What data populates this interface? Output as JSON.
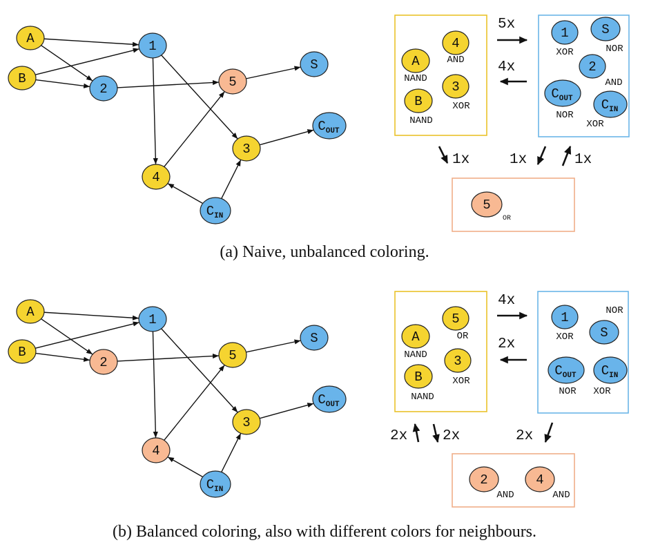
{
  "colors": {
    "yellow": "#f5d430",
    "blue": "#69b4ea",
    "orange": "#f8b993",
    "yellow_border": "#e9c22a",
    "blue_border": "#6ab6e8",
    "orange_border": "#f0ae88"
  },
  "panels": [
    {
      "id": "a",
      "caption": "(a) Naive, unbalanced coloring.",
      "graph_nodes": [
        {
          "id": "A",
          "main": "A",
          "sub": "",
          "color": "yellow"
        },
        {
          "id": "B",
          "main": "B",
          "sub": "",
          "color": "yellow"
        },
        {
          "id": "1",
          "main": "1",
          "sub": "",
          "color": "blue"
        },
        {
          "id": "2",
          "main": "2",
          "sub": "",
          "color": "blue"
        },
        {
          "id": "5",
          "main": "5",
          "sub": "",
          "color": "orange"
        },
        {
          "id": "S",
          "main": "S",
          "sub": "",
          "color": "blue"
        },
        {
          "id": "3",
          "main": "3",
          "sub": "",
          "color": "yellow"
        },
        {
          "id": "4",
          "main": "4",
          "sub": "",
          "color": "yellow"
        },
        {
          "id": "Cout",
          "main": "C",
          "sub": "OUT",
          "color": "blue"
        },
        {
          "id": "Cin",
          "main": "C",
          "sub": "IN",
          "color": "blue"
        }
      ],
      "edges": [
        [
          "A",
          "1"
        ],
        [
          "A",
          "2"
        ],
        [
          "B",
          "1"
        ],
        [
          "B",
          "2"
        ],
        [
          "1",
          "4"
        ],
        [
          "1",
          "3"
        ],
        [
          "2",
          "5"
        ],
        [
          "5",
          "S"
        ],
        [
          "4",
          "5"
        ],
        [
          "3",
          "Cout"
        ],
        [
          "Cin",
          "4"
        ],
        [
          "Cin",
          "3"
        ]
      ],
      "boxes": [
        {
          "id": "yellow-box",
          "color": "yellow",
          "items": [
            {
              "main": "4",
              "sub": "",
              "gate": "AND"
            },
            {
              "main": "A",
              "sub": "",
              "gate": "NAND"
            },
            {
              "main": "3",
              "sub": "",
              "gate": "XOR"
            },
            {
              "main": "B",
              "sub": "",
              "gate": "NAND"
            }
          ]
        },
        {
          "id": "blue-box",
          "color": "blue",
          "items": [
            {
              "main": "1",
              "sub": "",
              "gate": "XOR"
            },
            {
              "main": "S",
              "sub": "",
              "gate": "NOR"
            },
            {
              "main": "2",
              "sub": "",
              "gate": "AND"
            },
            {
              "main": "C",
              "sub": "OUT",
              "gate": "NOR"
            },
            {
              "main": "C",
              "sub": "IN",
              "gate": "XOR"
            }
          ]
        },
        {
          "id": "orange-box",
          "color": "orange",
          "items": [
            {
              "main": "5",
              "sub": "",
              "gate": "OR"
            }
          ]
        }
      ],
      "transfers": [
        "5x",
        "4x",
        "1x",
        "1x",
        "1x"
      ]
    },
    {
      "id": "b",
      "caption": "(b) Balanced coloring, also with different colors for neighbours.",
      "graph_nodes": [
        {
          "id": "A",
          "main": "A",
          "sub": "",
          "color": "yellow"
        },
        {
          "id": "B",
          "main": "B",
          "sub": "",
          "color": "yellow"
        },
        {
          "id": "1",
          "main": "1",
          "sub": "",
          "color": "blue"
        },
        {
          "id": "2",
          "main": "2",
          "sub": "",
          "color": "orange"
        },
        {
          "id": "5",
          "main": "5",
          "sub": "",
          "color": "yellow"
        },
        {
          "id": "S",
          "main": "S",
          "sub": "",
          "color": "blue"
        },
        {
          "id": "3",
          "main": "3",
          "sub": "",
          "color": "yellow"
        },
        {
          "id": "4",
          "main": "4",
          "sub": "",
          "color": "orange"
        },
        {
          "id": "Cout",
          "main": "C",
          "sub": "OUT",
          "color": "blue"
        },
        {
          "id": "Cin",
          "main": "C",
          "sub": "IN",
          "color": "blue"
        }
      ],
      "edges": [
        [
          "A",
          "1"
        ],
        [
          "A",
          "2"
        ],
        [
          "B",
          "1"
        ],
        [
          "B",
          "2"
        ],
        [
          "1",
          "4"
        ],
        [
          "1",
          "3"
        ],
        [
          "2",
          "5"
        ],
        [
          "5",
          "S"
        ],
        [
          "4",
          "5"
        ],
        [
          "3",
          "Cout"
        ],
        [
          "Cin",
          "4"
        ],
        [
          "Cin",
          "3"
        ]
      ],
      "boxes": [
        {
          "id": "yellow-box",
          "color": "yellow",
          "items": [
            {
              "main": "5",
              "sub": "",
              "gate": "OR"
            },
            {
              "main": "A",
              "sub": "",
              "gate": "NAND"
            },
            {
              "main": "3",
              "sub": "",
              "gate": "XOR"
            },
            {
              "main": "B",
              "sub": "",
              "gate": "NAND"
            }
          ]
        },
        {
          "id": "blue-box",
          "color": "blue",
          "items": [
            {
              "main": "1",
              "sub": "",
              "gate": "XOR"
            },
            {
              "main": "S",
              "sub": "",
              "gate": "NOR"
            },
            {
              "main": "C",
              "sub": "OUT",
              "gate": "NOR"
            },
            {
              "main": "C",
              "sub": "IN",
              "gate": "XOR"
            }
          ]
        },
        {
          "id": "orange-box",
          "color": "orange",
          "items": [
            {
              "main": "2",
              "sub": "",
              "gate": "AND"
            },
            {
              "main": "4",
              "sub": "",
              "gate": "AND"
            }
          ]
        }
      ],
      "transfers": [
        "4x",
        "2x",
        "2x",
        "2x",
        "2x"
      ]
    }
  ]
}
